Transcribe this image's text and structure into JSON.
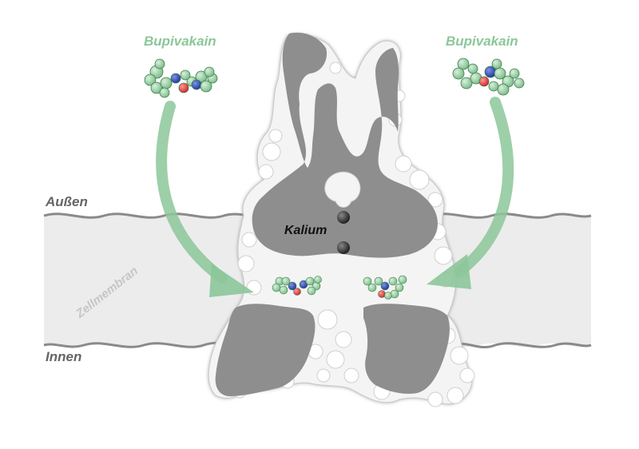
{
  "labels": {
    "drug_left": "Bupivakain",
    "drug_right": "Bupivakain",
    "outside": "Außen",
    "membrane": "Zellmembran",
    "inside": "Innen",
    "ion": "Kalium"
  },
  "colors": {
    "drug_green": "#8cc79a",
    "membrane_fill": "#ececec",
    "membrane_line": "#8a8a8a",
    "protein_cut": "#8e8e8e",
    "protein_surface": "#f4f4f4",
    "ion": "#333333",
    "atom_nitrogen": "#2b45b5",
    "atom_oxygen": "#e03434"
  }
}
